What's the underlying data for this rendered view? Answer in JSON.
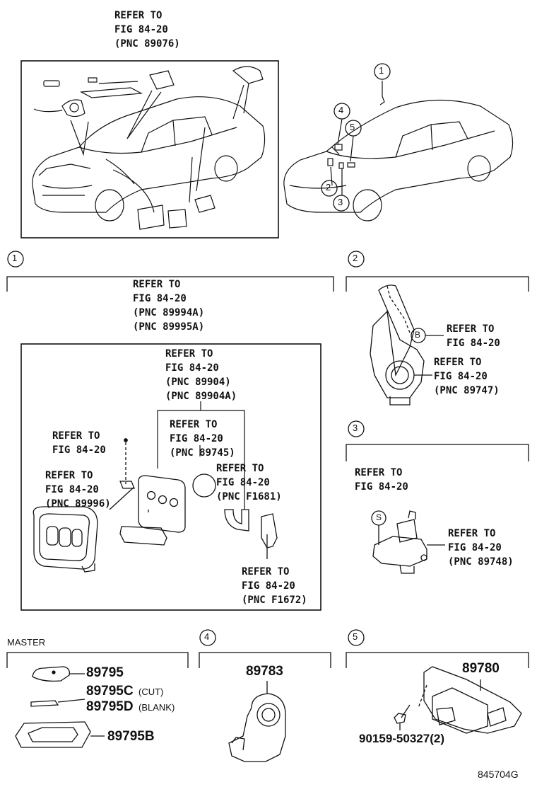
{
  "overview": {
    "refer_fig": "REFER TO\nFIG 84-20\n(PNC 89076)",
    "callouts": [
      "1",
      "2",
      "3",
      "4",
      "5"
    ]
  },
  "section1": {
    "marker": "1",
    "refer_top": "REFER TO\nFIG 84-20\n(PNC 89994A)\n(PNC 89995A)",
    "refer_inner": "REFER TO\nFIG 84-20\n(PNC 89904)\n(PNC 89904A)",
    "refer_left_a": "REFER TO\nFIG 84-20",
    "refer_left_b": "REFER TO\nFIG 84-20\n(PNC 89996)",
    "refer_mid": "REFER TO\nFIG 84-20\n(PNC 89745)",
    "refer_right": "REFER TO\nFIG 84-20\n(PNC F1681)",
    "refer_bottom": "REFER TO\nFIG 84-20\n(PNC F1672)"
  },
  "section2": {
    "marker": "2",
    "letter": "B",
    "refer_a": "REFER TO\nFIG 84-20",
    "refer_b": "REFER TO\nFIG 84-20\n(PNC 89747)"
  },
  "section3": {
    "marker": "3",
    "letter": "S",
    "refer_a": "REFER TO\nFIG 84-20",
    "refer_b": "REFER TO\nFIG 84-20\n(PNC 89748)"
  },
  "master": {
    "heading": "MASTER",
    "p1": "89795",
    "p2": "89795C",
    "p2_note": "(CUT)",
    "p3": "89795D",
    "p3_note": "(BLANK)",
    "p4": "89795B"
  },
  "section4": {
    "marker": "4",
    "part": "89783"
  },
  "section5": {
    "marker": "5",
    "part": "89780",
    "bolt": "90159-50327(2)"
  },
  "figure_id": "845704G"
}
